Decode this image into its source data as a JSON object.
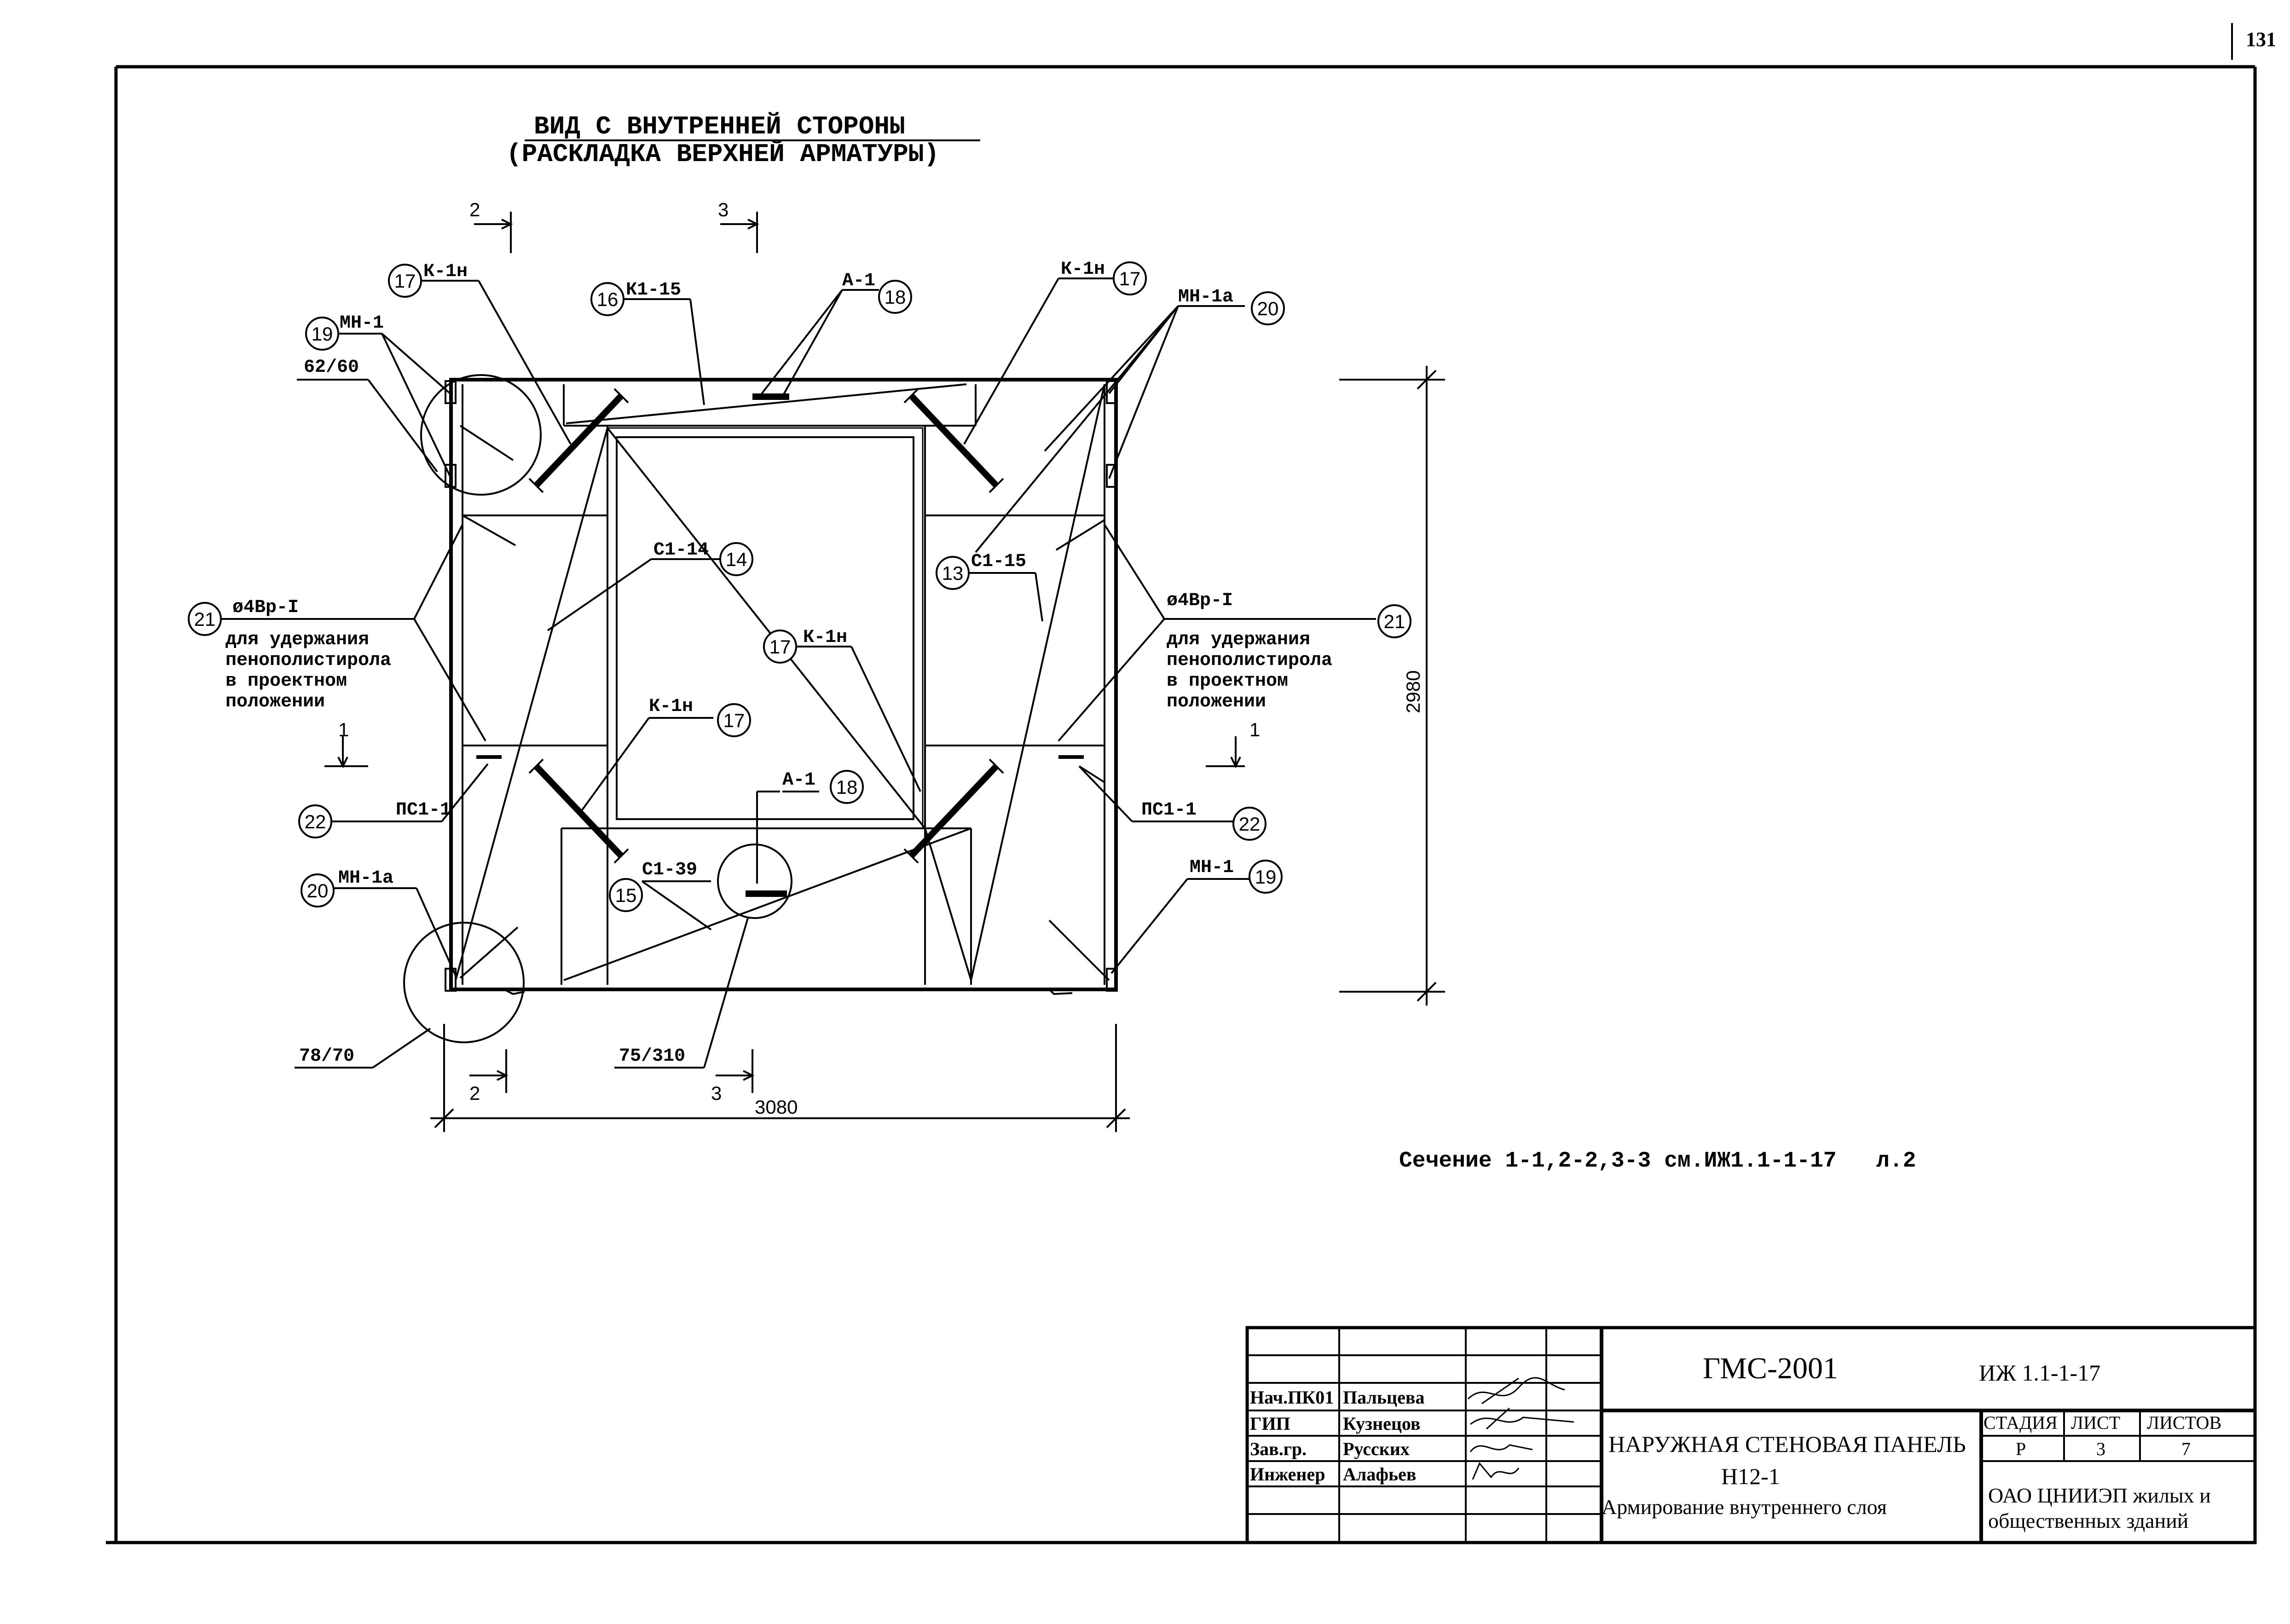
{
  "page_number": "131",
  "drawing_title": {
    "line1": "ВИД С ВНУТРЕННЕЙ СТОРОНЫ",
    "line2": "(РАСКЛАДКА ВЕРХНЕЙ АРМАТУРЫ)"
  },
  "section_marks": {
    "s1": "1",
    "s2": "2",
    "s3": "3"
  },
  "callouts": {
    "c13": "13",
    "c14": "14",
    "c15": "15",
    "c16": "16",
    "c17": "17",
    "c18": "18",
    "c19": "19",
    "c20": "20",
    "c21": "21",
    "c22": "22"
  },
  "labels": {
    "k1n": "К-1н",
    "k1_15": "К1-15",
    "a1": "А-1",
    "mn1": "МН-1",
    "mn1a": "МН-1а",
    "c1_14": "С1-14",
    "c1_15": "С1-15",
    "c1_39": "С1-39",
    "pc1_1": "ПС1-1",
    "rebar": "ø4Вр-I",
    "note_l1": "для удержания",
    "note_l2": "пенополистирола",
    "note_l3": "в проектном",
    "note_l4": "положении",
    "d_62_60": "62/60",
    "d_78_70": "78/70",
    "d_75_310": "75/310"
  },
  "dimensions": {
    "width": "3080",
    "height": "2980"
  },
  "section_note": "Сечение 1-1,2-2,3-3 см.ИЖ1.1-1-17   л.2",
  "title_block": {
    "people": [
      {
        "role": "Нач.ПК01",
        "name": "Пальцева"
      },
      {
        "role": "ГИП",
        "name": "Кузнецов"
      },
      {
        "role": "Зав.гр.",
        "name": "Русских"
      },
      {
        "role": "Инженер",
        "name": "Алафьев"
      }
    ],
    "project": "ГМС-2001",
    "code": "ИЖ 1.1-1-17",
    "name_line1": "НАРУЖНАЯ СТЕНОВАЯ ПАНЕЛЬ",
    "name_line2": "Н12-1",
    "name_line3": "Армирование внутреннего слоя",
    "stage_header": "СТАДИЯ",
    "sheet_header": "ЛИСТ",
    "sheets_header": "ЛИСТОВ",
    "stage": "Р",
    "sheet": "3",
    "sheets": "7",
    "org_line1": "ОАО ЦНИИЭП жилых и",
    "org_line2": "общественных зданий"
  }
}
